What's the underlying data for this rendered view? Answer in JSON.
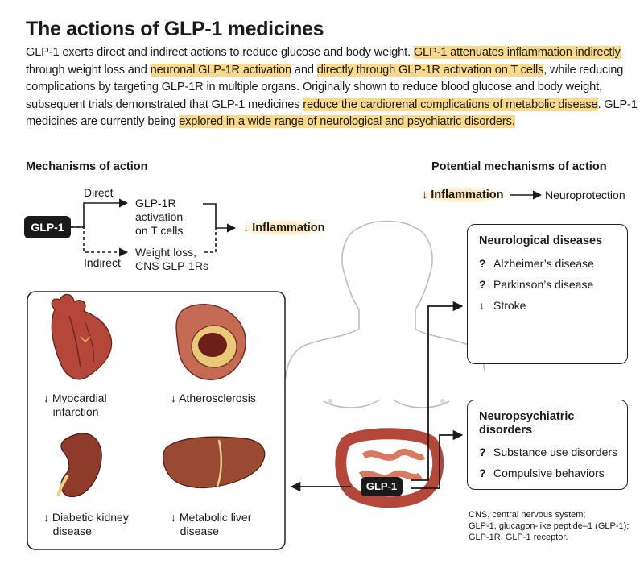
{
  "title": "The actions of GLP-1 medicines",
  "intro": {
    "p1": "GLP-1 exerts direct and indirect actions to reduce glucose and body weight. ",
    "h1": "GLP-1 attenuates inflammation indirectly",
    "p2": " through weight loss and ",
    "h2": "neuronal GLP-1R activation",
    "p3": " and ",
    "h3": "directly through GLP-1R activation on T cells",
    "p4": ", while reducing complications by targeting GLP-1R in multiple organs. Originally shown to reduce blood glucose and body weight, subsequent trials demonstrated that GLP-1 medicines ",
    "h4": "reduce the cardiorenal complications of metabolic disease",
    "p5": ". GLP-1 medicines are currently being ",
    "h5": "explored in a wide range of neurological and psychiatric disorders."
  },
  "mechanisms": {
    "heading": "Mechanisms of action",
    "glp1": "GLP-1",
    "direct": "Direct",
    "indirect": "Indirect",
    "activation": [
      "GLP-1R",
      "activation",
      "on T cells"
    ],
    "weight": [
      "Weight loss,",
      "CNS GLP-1Rs"
    ],
    "arrow_down": "↓",
    "inflammation": "Inflammation"
  },
  "potential": {
    "heading": "Potential mechanisms of action",
    "arrow_down": "↓",
    "inflammation": "Inflammation",
    "neuroprotection": "Neuroprotection"
  },
  "organs": [
    {
      "mark": "↓",
      "line1": "Myocardial",
      "line2": "infarction"
    },
    {
      "mark": "↓",
      "line1": "Atherosclerosis",
      "line2": ""
    },
    {
      "mark": "↓",
      "line1": "Diabetic kidney",
      "line2": "disease"
    },
    {
      "mark": "↓",
      "line1": "Metabolic liver",
      "line2": "disease"
    }
  ],
  "neurological": {
    "title": "Neurological diseases",
    "items": [
      {
        "mark": "?",
        "label": "Alzheimer’s disease"
      },
      {
        "mark": "?",
        "label": "Parkinson’s disease"
      },
      {
        "mark": "↓",
        "label": "Stroke"
      }
    ]
  },
  "neuropsychiatric": {
    "title_line1": "Neuropsychiatric",
    "title_line2": "disorders",
    "items": [
      {
        "mark": "?",
        "label": "Substance use disorders"
      },
      {
        "mark": "?",
        "label": "Compulsive behaviors"
      }
    ]
  },
  "gut_label": "GLP-1",
  "footnote": {
    "line1": "CNS, central nervous system;",
    "line2": "GLP-1, glucagon-like peptide–1 (GLP-1);",
    "line3": "GLP-1R, GLP-1 receptor."
  },
  "colors": {
    "highlight": "#fbd98a",
    "heart": "#b5473a",
    "kidney": "#8e3b2c",
    "liver": "#9a4a33",
    "body_outline": "#bdbdbd"
  }
}
